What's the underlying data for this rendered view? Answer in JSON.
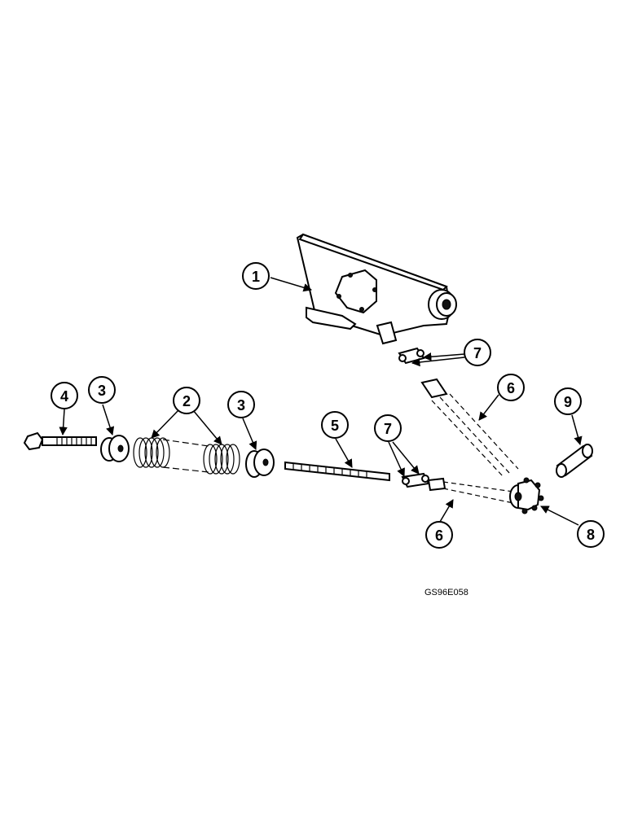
{
  "diagram": {
    "drawing_code": "GS96E058",
    "callouts": [
      {
        "id": "c1",
        "label": "1"
      },
      {
        "id": "c2",
        "label": "2"
      },
      {
        "id": "c3a",
        "label": "3"
      },
      {
        "id": "c3b",
        "label": "3"
      },
      {
        "id": "c4",
        "label": "4"
      },
      {
        "id": "c5",
        "label": "5"
      },
      {
        "id": "c6a",
        "label": "6"
      },
      {
        "id": "c6b",
        "label": "6"
      },
      {
        "id": "c7a",
        "label": "7"
      },
      {
        "id": "c7b",
        "label": "7"
      },
      {
        "id": "c8",
        "label": "8"
      },
      {
        "id": "c9",
        "label": "9"
      }
    ]
  }
}
